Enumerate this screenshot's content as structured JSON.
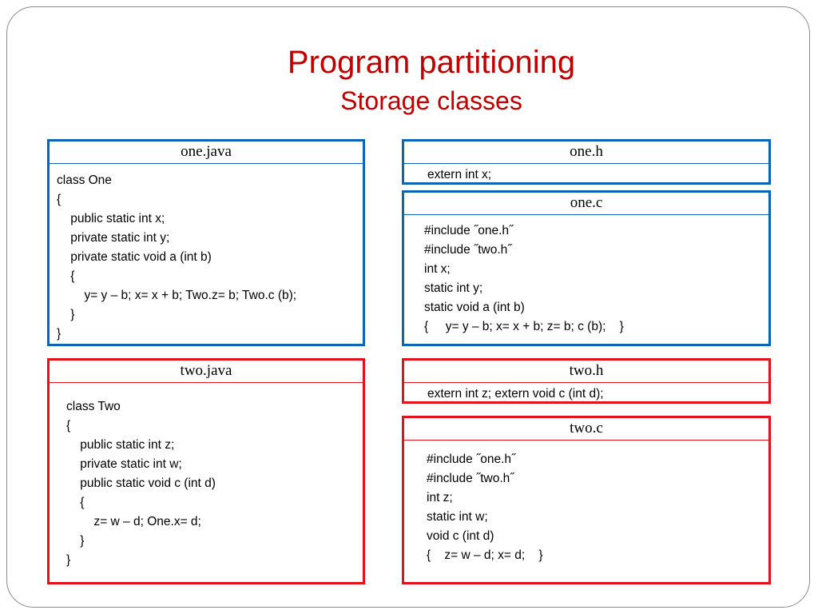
{
  "title": "Program partitioning",
  "subtitle": "Storage classes",
  "panels": {
    "one_java": {
      "header": "one.java",
      "lines": [
        "class One",
        "{",
        "    public static int x;",
        "    private static int y;",
        "    private static void a (int b)",
        "    {",
        "        y= y – b; x= x + b; Two.z= b; Two.c (b);",
        "    }",
        "}"
      ]
    },
    "one_h": {
      "header": "one.h",
      "lines": [
        "extern int x;"
      ]
    },
    "one_c": {
      "header": "one.c",
      "lines": [
        "#include ˝one.h˝",
        "#include ˝two.h˝",
        "int x;",
        "static int y;",
        "static void a (int b)",
        "{     y= y – b; x= x + b; z= b; c (b);    }"
      ]
    },
    "two_java": {
      "header": "two.java",
      "lines": [
        "class Two",
        "{",
        "    public static int z;",
        "    private static int w;",
        "    public static void c (int d)",
        "    {",
        "        z= w – d; One.x= d;",
        "    }",
        "}"
      ]
    },
    "two_h": {
      "header": "two.h",
      "lines": [
        "extern int z; extern void c (int d);"
      ]
    },
    "two_c": {
      "header": "two.c",
      "lines": [
        "#include ˝one.h˝",
        "#include ˝two.h˝",
        "int z;",
        "static int w;",
        "void c (int d)",
        "{    z= w – d; x= d;    }"
      ]
    }
  },
  "colors": {
    "title": "#c00000",
    "blue_border": "#0c65b3",
    "red_border": "#e3121a"
  }
}
